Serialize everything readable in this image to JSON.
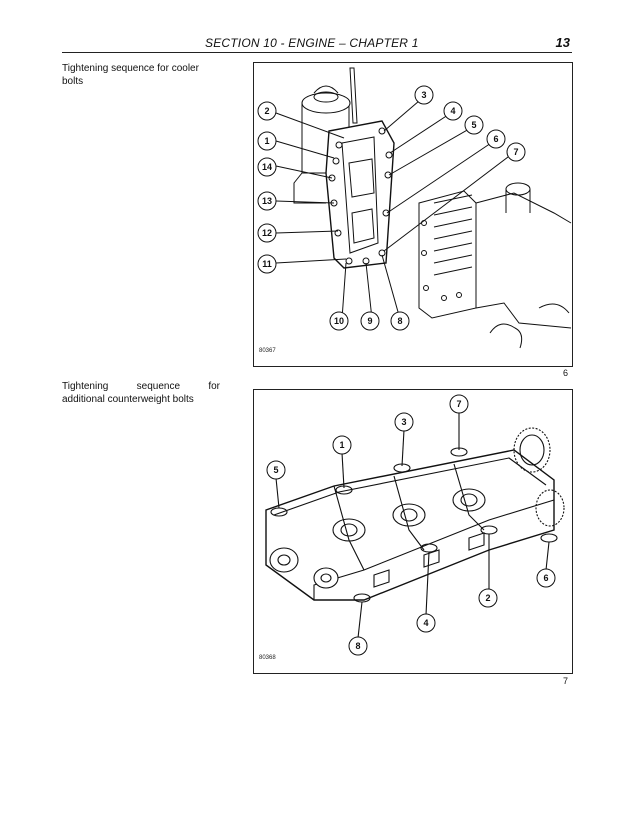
{
  "header": {
    "title": "SECTION 10 - ENGINE – CHAPTER 1",
    "page_number": "13"
  },
  "figures": [
    {
      "caption": "Tightening sequence for cooler bolts",
      "image_code": "80367",
      "number": "6",
      "callouts": [
        "1",
        "2",
        "3",
        "4",
        "5",
        "6",
        "7",
        "8",
        "9",
        "10",
        "11",
        "12",
        "13",
        "14"
      ]
    },
    {
      "caption_line1_words": [
        "Tightening",
        "sequence",
        "for"
      ],
      "caption_line2": "additional counterweight bolts",
      "image_code": "80368",
      "number": "7",
      "callouts": [
        "1",
        "2",
        "3",
        "4",
        "5",
        "6",
        "7",
        "8"
      ]
    }
  ]
}
